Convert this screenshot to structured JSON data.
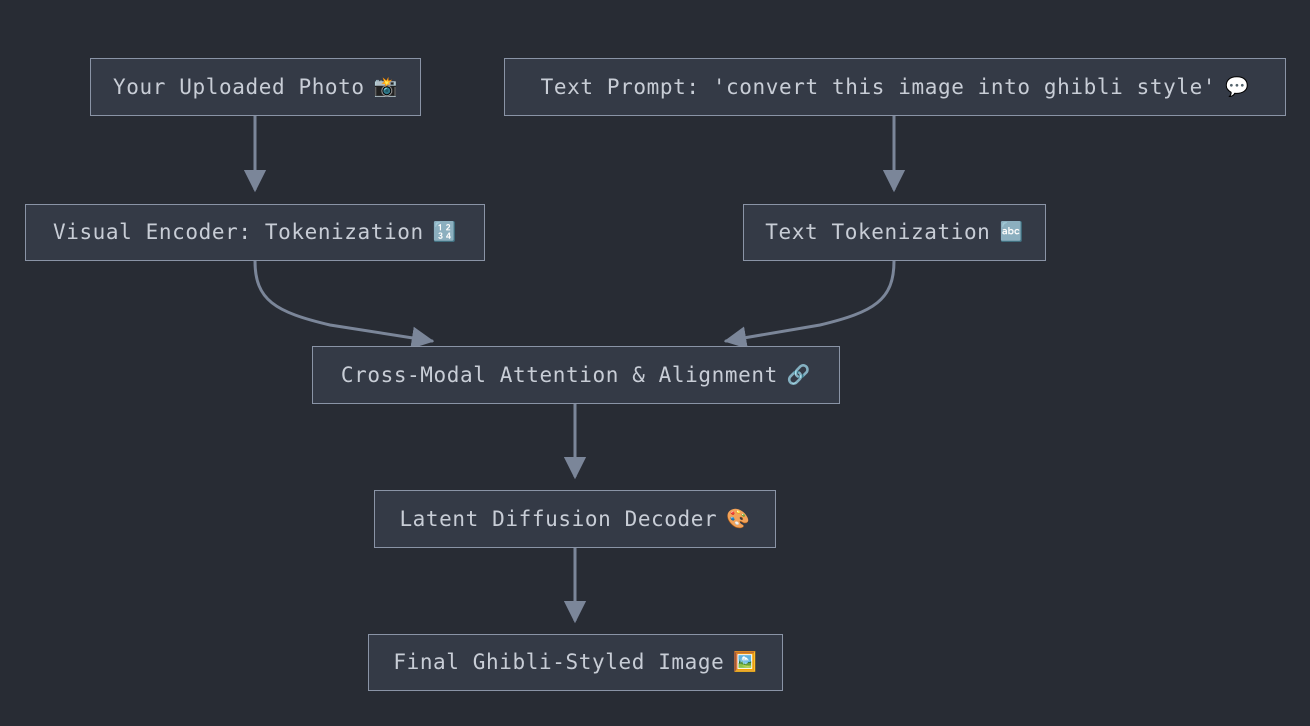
{
  "diagram": {
    "title": "Ghibli style image conversion pipeline",
    "background_color": "#282c34",
    "node_fill_color": "#343a46",
    "node_border_color": "#8a94a6",
    "text_color": "#c8cdd6",
    "edge_color": "#7b8699",
    "nodes": [
      {
        "id": "photo",
        "label": "Your Uploaded Photo",
        "emoji": "📸",
        "emoji_name": "camera-with-flash-icon"
      },
      {
        "id": "prompt",
        "label": "Text Prompt: 'convert this image into ghibli style'",
        "emoji": "💬",
        "emoji_name": "speech-balloon-icon"
      },
      {
        "id": "visenc",
        "label": "Visual Encoder: Tokenization",
        "emoji": "🔢",
        "emoji_name": "input-numbers-icon"
      },
      {
        "id": "texttok",
        "label": "Text Tokenization",
        "emoji": "🔤",
        "emoji_name": "input-latin-letters-icon"
      },
      {
        "id": "cross",
        "label": "Cross-Modal Attention & Alignment",
        "emoji": "🔗",
        "emoji_name": "link-icon"
      },
      {
        "id": "decoder",
        "label": "Latent Diffusion Decoder",
        "emoji": "🎨",
        "emoji_name": "artist-palette-icon"
      },
      {
        "id": "final",
        "label": "Final Ghibli-Styled Image",
        "emoji": "🖼️",
        "emoji_name": "framed-picture-icon"
      }
    ],
    "edges": [
      {
        "from": "photo",
        "to": "visenc",
        "style": "straight-down"
      },
      {
        "from": "prompt",
        "to": "texttok",
        "style": "straight-down"
      },
      {
        "from": "visenc",
        "to": "cross",
        "style": "curve-right-down"
      },
      {
        "from": "texttok",
        "to": "cross",
        "style": "curve-left-down"
      },
      {
        "from": "cross",
        "to": "decoder",
        "style": "straight-down"
      },
      {
        "from": "decoder",
        "to": "final",
        "style": "straight-down"
      }
    ]
  }
}
